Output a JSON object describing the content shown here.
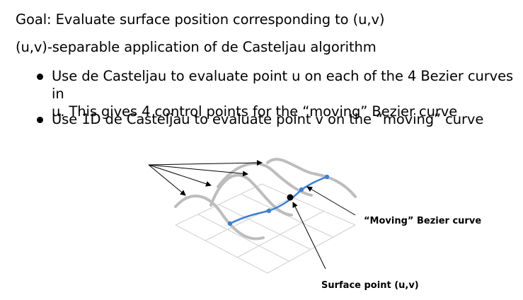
{
  "slide": {
    "goal": "Goal: Evaluate surface position corresponding to (u,v)",
    "separable": "(u,v)-separable application of de Casteljau algorithm",
    "bullets": [
      {
        "line1": "Use de Casteljau to evaluate point u on each of the 4 Bezier curves in",
        "line2": "u. This gives 4 control points for the “moving” Bezier curve"
      },
      {
        "line1": "Use 1D de Casteljau to evaluate point v on the “moving” curve"
      }
    ]
  },
  "figure": {
    "moving_label": "“Moving” Bezier curve",
    "surface_label": "Surface point (u,v)",
    "colors": {
      "grid": "#cfcfcf",
      "curves": "#bdbdbd",
      "moving_curve": "#3b7fd4",
      "point": "#000000"
    }
  }
}
